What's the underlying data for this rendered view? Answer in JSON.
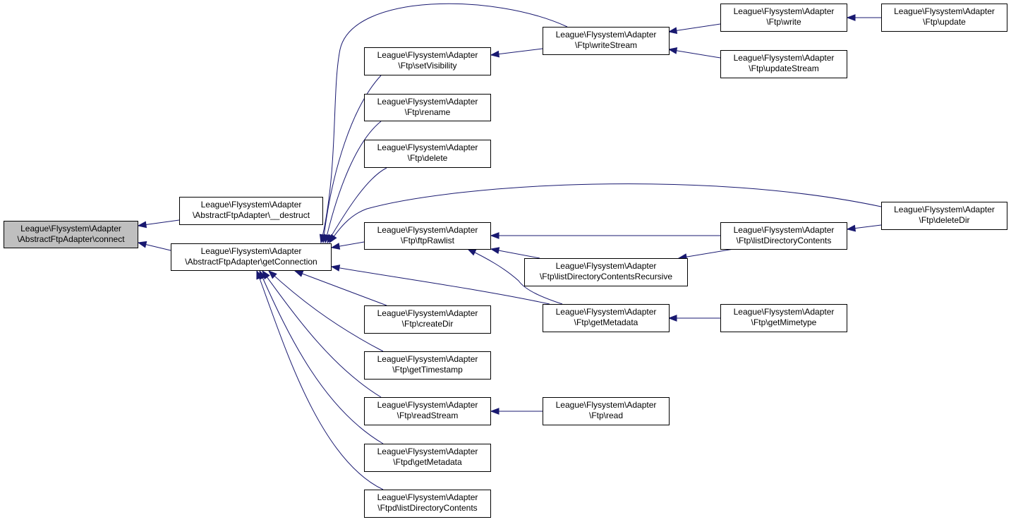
{
  "colors": {
    "edge": "#191970",
    "root_fill": "#bfbfbf",
    "node_fill": "#ffffff",
    "node_border": "#000000"
  },
  "nodes": {
    "connect": {
      "line1": "League\\Flysystem\\Adapter",
      "line2": "\\AbstractFtpAdapter\\connect"
    },
    "destruct": {
      "line1": "League\\Flysystem\\Adapter",
      "line2": "\\AbstractFtpAdapter\\__destruct"
    },
    "getConnection": {
      "line1": "League\\Flysystem\\Adapter",
      "line2": "\\AbstractFtpAdapter\\getConnection"
    },
    "setVisibility": {
      "line1": "League\\Flysystem\\Adapter",
      "line2": "\\Ftp\\setVisibility"
    },
    "rename": {
      "line1": "League\\Flysystem\\Adapter",
      "line2": "\\Ftp\\rename"
    },
    "delete": {
      "line1": "League\\Flysystem\\Adapter",
      "line2": "\\Ftp\\delete"
    },
    "ftpRawlist": {
      "line1": "League\\Flysystem\\Adapter",
      "line2": "\\Ftp\\ftpRawlist"
    },
    "createDir": {
      "line1": "League\\Flysystem\\Adapter",
      "line2": "\\Ftp\\createDir"
    },
    "getTimestamp": {
      "line1": "League\\Flysystem\\Adapter",
      "line2": "\\Ftp\\getTimestamp"
    },
    "readStream": {
      "line1": "League\\Flysystem\\Adapter",
      "line2": "\\Ftp\\readStream"
    },
    "ftpdGetMetadata": {
      "line1": "League\\Flysystem\\Adapter",
      "line2": "\\Ftpd\\getMetadata"
    },
    "ftpdListDirectoryContents": {
      "line1": "League\\Flysystem\\Adapter",
      "line2": "\\Ftpd\\listDirectoryContents"
    },
    "writeStream": {
      "line1": "League\\Flysystem\\Adapter",
      "line2": "\\Ftp\\writeStream"
    },
    "listDirectoryContentsRecursive": {
      "line1": "League\\Flysystem\\Adapter",
      "line2": "\\Ftp\\listDirectoryContentsRecursive"
    },
    "getMetadata": {
      "line1": "League\\Flysystem\\Adapter",
      "line2": "\\Ftp\\getMetadata"
    },
    "read": {
      "line1": "League\\Flysystem\\Adapter",
      "line2": "\\Ftp\\read"
    },
    "write": {
      "line1": "League\\Flysystem\\Adapter",
      "line2": "\\Ftp\\write"
    },
    "updateStream": {
      "line1": "League\\Flysystem\\Adapter",
      "line2": "\\Ftp\\updateStream"
    },
    "listDirectoryContents": {
      "line1": "League\\Flysystem\\Adapter",
      "line2": "\\Ftp\\listDirectoryContents"
    },
    "getMimetype": {
      "line1": "League\\Flysystem\\Adapter",
      "line2": "\\Ftp\\getMimetype"
    },
    "update": {
      "line1": "League\\Flysystem\\Adapter",
      "line2": "\\Ftp\\update"
    },
    "deleteDir": {
      "line1": "League\\Flysystem\\Adapter",
      "line2": "\\Ftp\\deleteDir"
    }
  },
  "edges": [
    {
      "from": "destruct",
      "to": "connect"
    },
    {
      "from": "getConnection",
      "to": "connect"
    },
    {
      "from": "setVisibility",
      "to": "getConnection"
    },
    {
      "from": "rename",
      "to": "getConnection"
    },
    {
      "from": "delete",
      "to": "getConnection"
    },
    {
      "from": "ftpRawlist",
      "to": "getConnection"
    },
    {
      "from": "createDir",
      "to": "getConnection"
    },
    {
      "from": "getTimestamp",
      "to": "getConnection"
    },
    {
      "from": "readStream",
      "to": "getConnection"
    },
    {
      "from": "ftpdGetMetadata",
      "to": "getConnection"
    },
    {
      "from": "ftpdListDirectoryContents",
      "to": "getConnection"
    },
    {
      "from": "writeStream",
      "to": "getConnection"
    },
    {
      "from": "deleteDir",
      "to": "getConnection"
    },
    {
      "from": "getMetadata",
      "to": "getConnection"
    },
    {
      "from": "writeStream",
      "to": "setVisibility"
    },
    {
      "from": "write",
      "to": "writeStream"
    },
    {
      "from": "updateStream",
      "to": "writeStream"
    },
    {
      "from": "update",
      "to": "write"
    },
    {
      "from": "listDirectoryContents",
      "to": "ftpRawlist"
    },
    {
      "from": "listDirectoryContentsRecursive",
      "to": "ftpRawlist"
    },
    {
      "from": "getMetadata",
      "to": "ftpRawlist"
    },
    {
      "from": "listDirectoryContents",
      "to": "listDirectoryContentsRecursive"
    },
    {
      "from": "deleteDir",
      "to": "listDirectoryContents"
    },
    {
      "from": "getMimetype",
      "to": "getMetadata"
    },
    {
      "from": "read",
      "to": "readStream"
    }
  ]
}
